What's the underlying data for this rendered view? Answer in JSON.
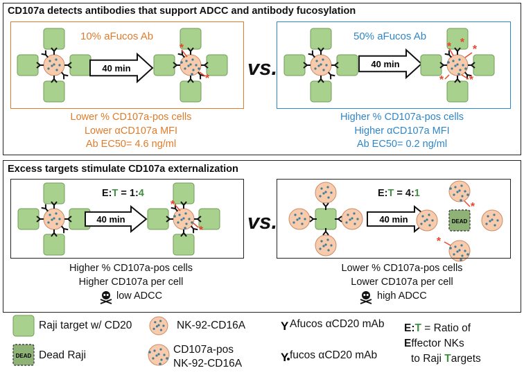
{
  "panel1": {
    "title": "CD107a detects antibodies that support ADCC and antibody fucosylation",
    "left": {
      "heading": "10% aFucos Ab",
      "arrow": "40 min",
      "captions": [
        "Lower % CD107a-pos cells",
        "Lower αCD107a MFI",
        "Ab EC50= 4.6 ng/ml"
      ]
    },
    "vs": "vs.",
    "right": {
      "heading": "50% aFucos Ab",
      "arrow": "40 min",
      "captions": [
        "Higher % CD107a-pos cells",
        "Higher αCD107a MFI",
        "Ab EC50= 0.2 ng/ml"
      ]
    }
  },
  "panel2": {
    "title": "Excess targets stimulate CD107a externalization",
    "left": {
      "et_a": "E",
      "et_colon": ":",
      "et_b": "T",
      "et_eq": " = 1:",
      "et_c": "4",
      "arrow": "40 min",
      "captions": [
        "Higher % CD107a-pos cells",
        "Higher CD107a per cell"
      ],
      "adcc": "low ADCC"
    },
    "vs": "vs.",
    "right": {
      "et_a": "E",
      "et_colon": ":",
      "et_b": "T",
      "et_eq": " = 4:",
      "et_c": "1",
      "arrow": "40 min",
      "dead": "DEAD",
      "captions": [
        "Lower % CD107a-pos cells",
        "Lower CD107a per cell"
      ],
      "adcc": "high ADCC"
    }
  },
  "legend": {
    "raji": "Raji target w/ CD20",
    "nk": "NK-92-CD16A",
    "afucos": "Afucos αCD20 mAb",
    "dead_label": "Dead Raji",
    "dead_badge": "DEAD",
    "cd107_line1": "CD107a-pos",
    "cd107_line2": "NK-92-CD16A",
    "fucos": "fucos αCD20 mAb",
    "et_line1_a": "E",
    "et_line1_b": ":",
    "et_line1_c": "T",
    "et_line1_d": " = Ratio of",
    "et_line2_a": "E",
    "et_line2_b": "ffector NKs",
    "et_line3_a": "to Raji ",
    "et_line3_b": "T",
    "et_line3_c": "argets"
  },
  "colors": {
    "raji_fill": "#a9d18e",
    "raji_stroke": "#6f9b57",
    "nk_fill": "#f8cbad",
    "nk_stroke": "#c98a68",
    "dot": "#3d7f9a",
    "orange": "#e07b2a",
    "blue": "#2e86c8",
    "green": "#3f8f3f",
    "red": "#e8452a"
  }
}
